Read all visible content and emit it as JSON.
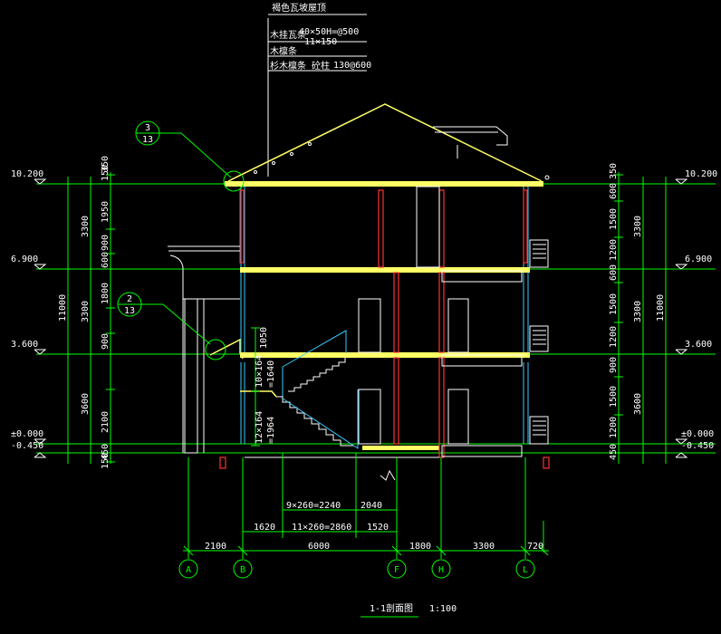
{
  "drawing": {
    "title": "1-1剖面图",
    "scale": "1:100"
  },
  "roof_note": {
    "title": "褐色瓦坡屋顶",
    "lines": [
      "木挂瓦条",
      "40×50H=@500",
      "11×150",
      "木檩条",
      "杉木檩条  砼柱",
      "130@600"
    ]
  },
  "elevations": {
    "left": [
      "10.200",
      "6.900",
      "3.600",
      "±0.000",
      "-0.450"
    ],
    "right": [
      "10.200",
      "6.900",
      "3.600",
      "±0.000",
      "-0.450"
    ]
  },
  "left_dims": {
    "outer": "11000",
    "mid": [
      "3300",
      "3300",
      "3600"
    ],
    "inner": [
      "150",
      "350",
      "1950",
      "900",
      "600",
      "1800",
      "900",
      "2100",
      "450",
      "150"
    ]
  },
  "right_dims": {
    "outer": "11000",
    "mid": [
      "3300",
      "3300",
      "3600"
    ],
    "inner": [
      "350",
      "600",
      "1500",
      "1200",
      "600",
      "1500",
      "1200",
      "900",
      "1500",
      "1200",
      "450"
    ]
  },
  "stair_dims": {
    "upper_flight": "10×164",
    "upper_total": "=1640",
    "upper_height": "1050",
    "lower_flight": "12×164",
    "lower_total": "=1964",
    "run_upper": "9×260=2240",
    "run_upper_rest": "2040",
    "run_lower_start": "1620",
    "run_lower": "11×260=2860",
    "run_lower_rest": "1520"
  },
  "bottom_dims": [
    "2100",
    "6000",
    "1800",
    "3300",
    "720"
  ],
  "axes": [
    "A",
    "B",
    "F",
    "H",
    "L"
  ],
  "detail_callouts": [
    {
      "top": "3",
      "bottom": "13"
    },
    {
      "top": "2",
      "bottom": "13"
    }
  ]
}
